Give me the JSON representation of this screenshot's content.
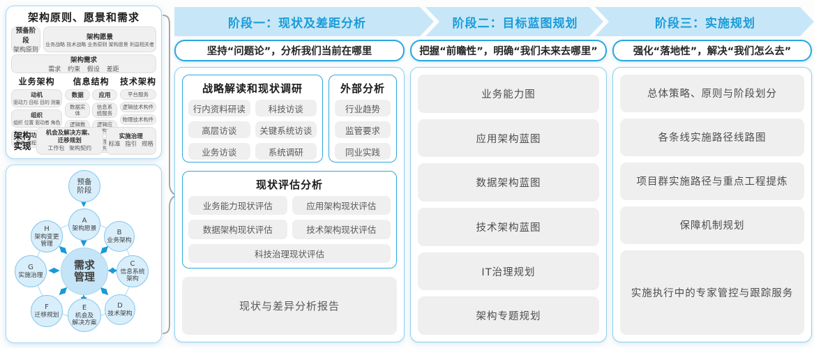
{
  "colors": {
    "accent_blue": "#2AA7DF",
    "banner_bg": "#C7E7F8",
    "banner_text": "#1B9CD8",
    "panel_border": "#A9D7F0",
    "gray_box": "#EFEFEF",
    "text_dark": "#262626",
    "text_gray": "#595959",
    "node_fill": "#D9EEFB",
    "node_border": "#85C6EA",
    "arrow_blue": "#189AD6",
    "brace_gray": "#A6A6A6"
  },
  "left_top_panel": {
    "title": "架构原则、愿景和需求",
    "prep_stage": {
      "title": "预备阶段",
      "sub": "架构原则"
    },
    "vision": {
      "title": "架构愿景",
      "sub": "业务战略 技术战略 业务原则 架构愿景 利益相关者"
    },
    "requirement": {
      "title": "架构需求",
      "sub": "需求 约束 假设 差距"
    },
    "business": {
      "title": "业务架构",
      "items": [
        {
          "title": "动机",
          "sub": "驱动力 目标 目的 测量"
        },
        {
          "title": "组织",
          "sub": "组织 位置 驱动者 角色"
        },
        {
          "title": "功能",
          "sub": "服务 流程 控制 功能"
        }
      ]
    },
    "information": {
      "title": "信息结构",
      "data_header": "数据",
      "data_items": [
        "数据实体",
        "逻辑数据构件",
        "物理数据构件"
      ],
      "app_header": "应用",
      "app_items": [
        "信息系统服务",
        "逻辑应用构件",
        "物理应用构件"
      ]
    },
    "technology": {
      "title": "技术架构",
      "items": [
        "平台服务",
        "逻辑技术构件",
        "物理技术构件"
      ]
    },
    "realization": {
      "label": "架构\n实现",
      "opportunity": {
        "title": "机会及解决方案、\n迁移规划",
        "sub": "工作包 架构契约"
      },
      "governance": {
        "title": "实施治理",
        "sub": "标准 指引 规格"
      }
    }
  },
  "adm": {
    "prep": "预备\n阶段",
    "center": "需求\n管理",
    "nodes": [
      {
        "id": "A",
        "label": "架构愿景"
      },
      {
        "id": "B",
        "label": "业务架构"
      },
      {
        "id": "C",
        "label": "信息系统\n架构"
      },
      {
        "id": "D",
        "label": "技术架构"
      },
      {
        "id": "E",
        "label": "机会及\n解决方案"
      },
      {
        "id": "F",
        "label": "迁移规划"
      },
      {
        "id": "G",
        "label": "实施治理"
      },
      {
        "id": "H",
        "label": "架构变更\n管理"
      }
    ]
  },
  "phases": [
    {
      "banner": "阶段一：现状及差距分析",
      "subtitle": "坚持“问题论”，分析我们当前在哪里",
      "strategy": {
        "title": "战略解读和现状调研",
        "items": [
          "行内资料研读",
          "科技访谈",
          "高层访谈",
          "关键系统访谈",
          "业务访谈",
          "系统调研"
        ]
      },
      "external": {
        "title": "外部分析",
        "items": [
          "行业趋势",
          "监管要求",
          "同业实践"
        ]
      },
      "assessment": {
        "title": "现状评估分析",
        "items": [
          "业务能力现状评估",
          "应用架构现状评估",
          "数据架构现状评估",
          "技术架构现状评估",
          "科技治理现状评估"
        ]
      },
      "report": "现状与差异分析报告"
    },
    {
      "banner": "阶段二：目标蓝图规划",
      "subtitle": "把握“前瞻性”，明确“我们未来去哪里”",
      "boxes": [
        "业务能力图",
        "应用架构蓝图",
        "数据架构蓝图",
        "技术架构蓝图",
        "IT治理规划",
        "架构专题规划"
      ]
    },
    {
      "banner": "阶段三：实施规划",
      "subtitle": "强化“落地性”，解决“我们怎么去”",
      "boxes": [
        "总体策略、原则与阶段划分",
        "各条线实施路径线路图",
        "项目群实施路径与重点工程提炼",
        "保障机制规划",
        "实施执行中的专家管控与跟踪服务"
      ]
    }
  ]
}
